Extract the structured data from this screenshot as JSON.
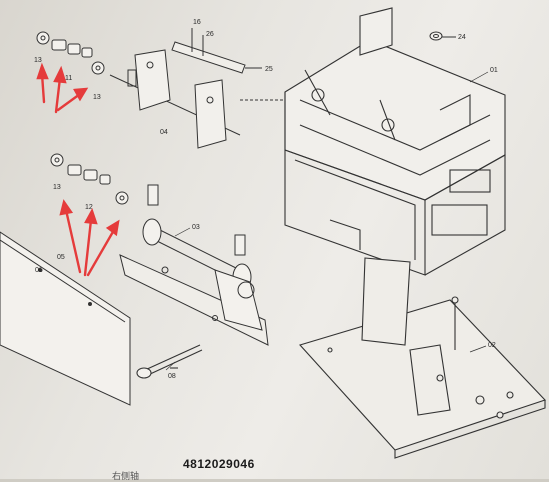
{
  "document": {
    "part_number": "4812029046",
    "caption_fragment": "右侧轴"
  },
  "callouts": {
    "c01": "01",
    "c02": "02",
    "c03": "03",
    "c04": "04",
    "c05": "05",
    "c06": "06",
    "c08": "08",
    "c11": "11",
    "c12": "12",
    "c13a": "13",
    "c13b": "13",
    "c13c": "13",
    "c16": "16",
    "c24": "24",
    "c25": "25",
    "c26": "26"
  },
  "markup": {
    "arrow_color": "#e53b3b",
    "line_color": "#333333"
  }
}
